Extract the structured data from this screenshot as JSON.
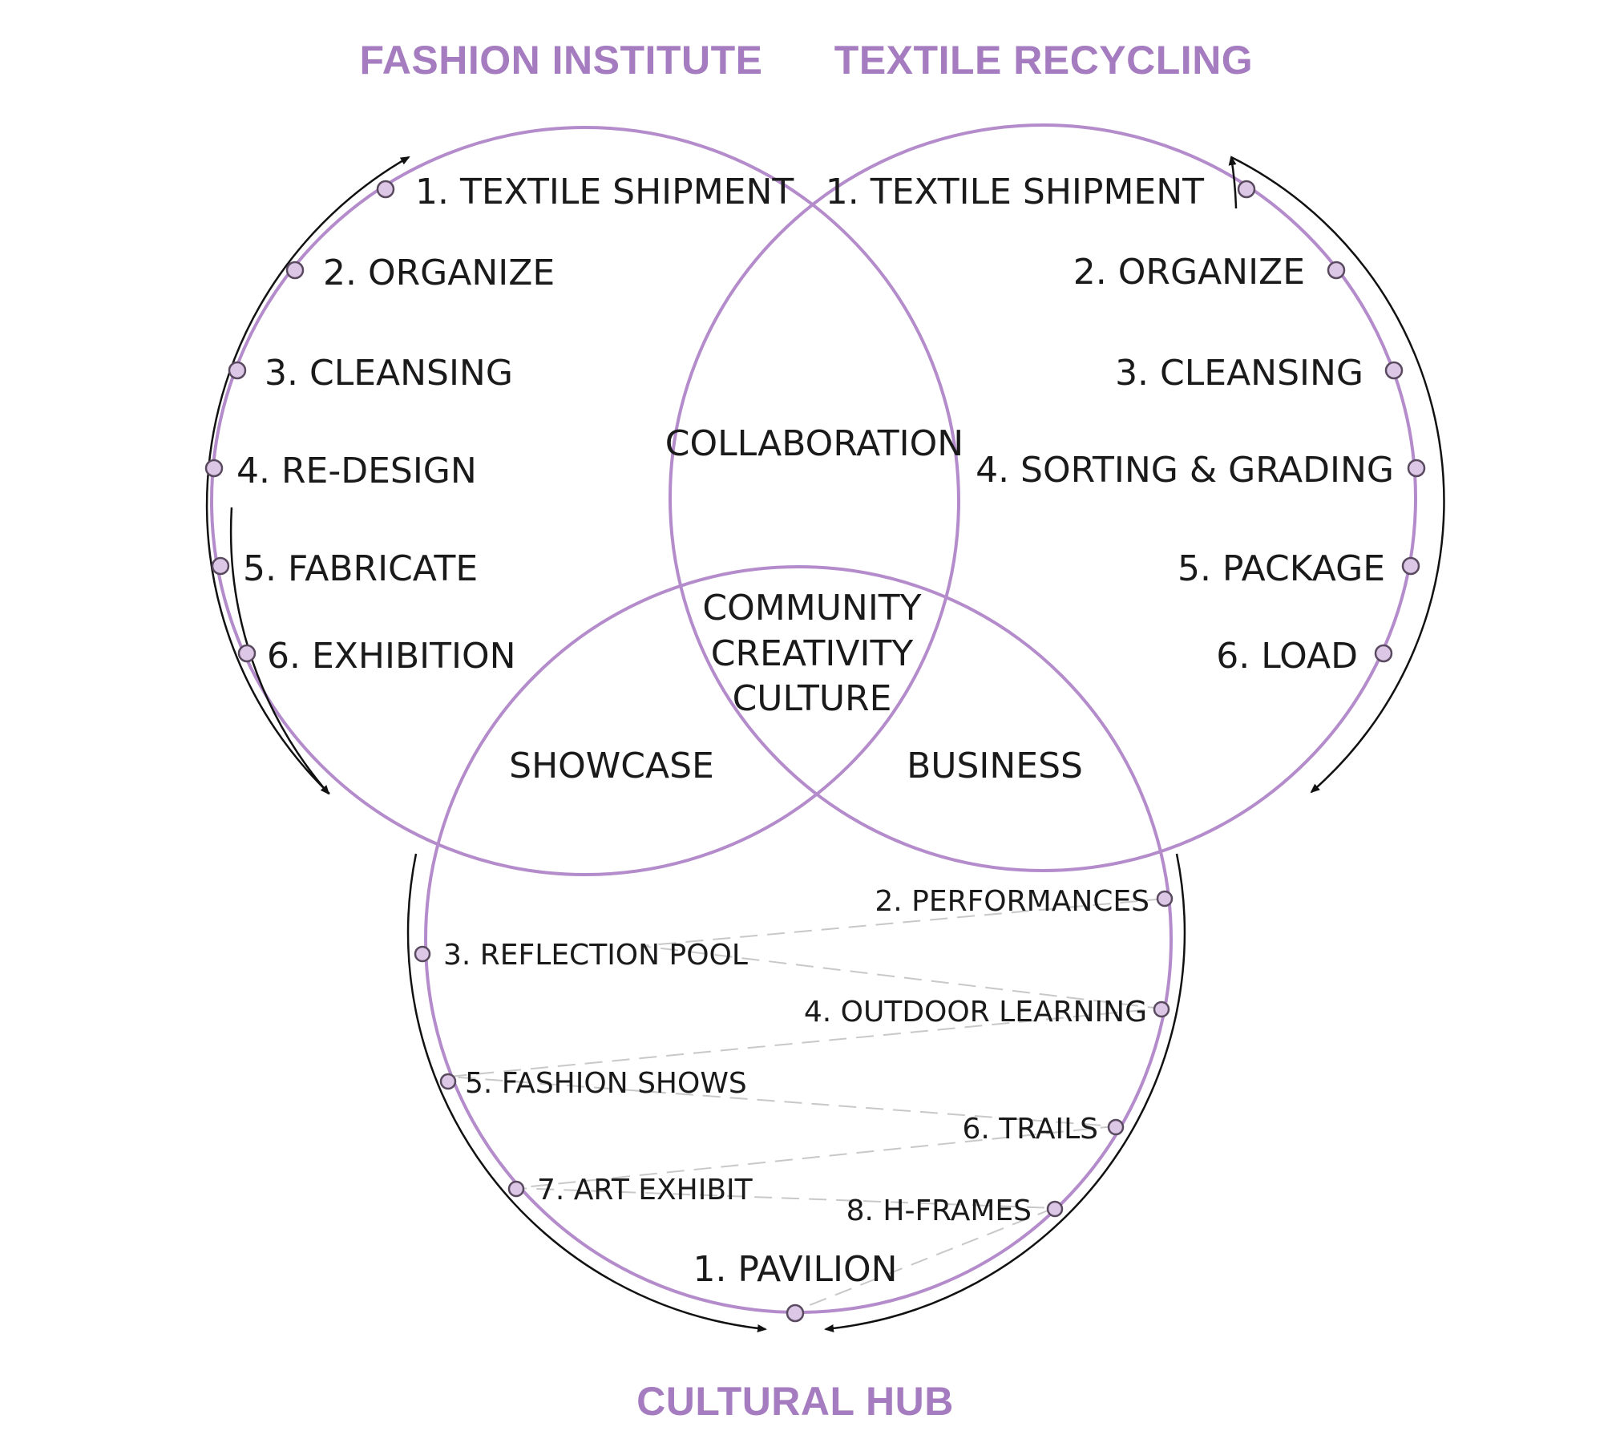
{
  "headings": {
    "fashion": "FASHION INSTITUTE",
    "textile": "TEXTILE RECYCLING",
    "cultural": "CULTURAL HUB"
  },
  "fashion_steps": [
    "1. TEXTILE SHIPMENT",
    "2. ORGANIZE",
    "3. CLEANSING",
    "4. RE-DESIGN",
    "5. FABRICATE",
    "6. EXHIBITION"
  ],
  "textile_steps": [
    "1. TEXTILE SHIPMENT",
    "2. ORGANIZE",
    "3. CLEANSING",
    "4. SORTING & GRADING",
    "5. PACKAGE",
    "6. LOAD"
  ],
  "cultural_steps": [
    "1. PAVILION",
    "2. PERFORMANCES",
    "3. REFLECTION POOL",
    "4. OUTDOOR LEARNING",
    "5. FASHION SHOWS",
    "6. TRAILS",
    "7. ART EXHIBIT",
    "8. H-FRAMES"
  ],
  "overlaps": {
    "fashion_textile": "COLLABORATION",
    "fashion_cultural": "SHOWCASE",
    "textile_cultural": "BUSINESS",
    "center": [
      "COMMUNITY",
      "CREATIVITY",
      "CULTURE"
    ]
  },
  "colors": {
    "accent": "#a57cbf",
    "circle": "#b48ccb",
    "node": "#dcc8e6"
  }
}
